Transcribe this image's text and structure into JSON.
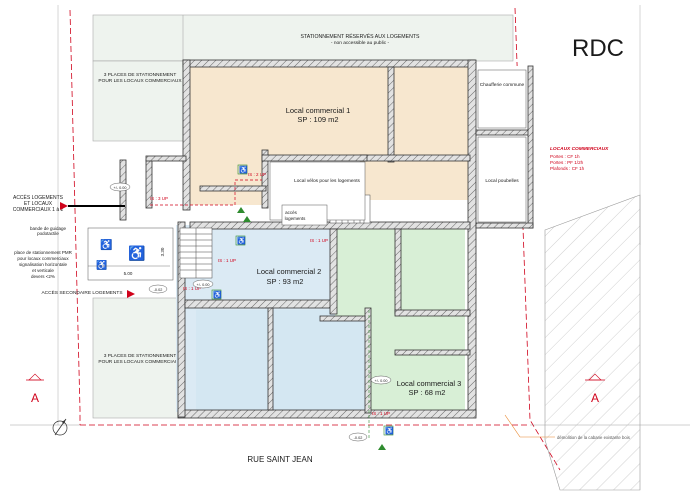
{
  "level_title": "RDC",
  "parking_top": {
    "title": "STATIONNEMENT RÉSERVÉS AUX LOGEMENTS",
    "subtitle": "- non accessible au public -"
  },
  "parking_left_top": [
    "3 PLACES DE STATIONNEMENT",
    "POUR LES LOCAUX COMMERCIAUX"
  ],
  "parking_left_bottom": [
    "3 PLACES DE STATIONNEMENT",
    "POUR LES LOCAUX COMMERCIAUX"
  ],
  "rooms": {
    "commercial_1": {
      "name": "Local commercial 1",
      "area": "SP : 109 m2"
    },
    "commercial_2": {
      "name": "Local commercial 2",
      "area": "SP : 93 m2"
    },
    "commercial_3": {
      "name": "Local commercial 3",
      "area": "SP : 68 m2"
    },
    "chaufferie": "Chaufferie commune",
    "poubelles": "Local poubelles",
    "velos": "Local vélos pour les logements",
    "acces_logements": [
      "accès",
      "logements"
    ]
  },
  "fire_legend": {
    "title": "LOCAUX COMMERCIAUX",
    "lines": [
      "Portes : CF 1h",
      "Portes : PF 1/2h",
      "Plafonds : CF 1h"
    ],
    "color": "#d0021b"
  },
  "annotations": {
    "acces_logements": [
      "ACCÈS LOGEMENTS",
      "ET LOCAUX",
      "COMMERCIAUX 1 à 2"
    ],
    "bande_guidage": [
      "bande de guidage",
      "podotactile"
    ],
    "place_pmr": [
      "place de stationnement PMR",
      "pour locaux commerciaux",
      "signalisation horizontale",
      "et verticale",
      "devers <2%"
    ],
    "acces_secondaire": "ACCÈS SECONDAIRE LOGEMENTS",
    "dim_5": "5.00",
    "dim_330": "3.30",
    "demolition": "démolition de la cabane existante bois"
  },
  "exit_tags": [
    "IS : 3 UP",
    "IS : 2 UP",
    "IS : 1 UP",
    "IS : 1 UP",
    "IS : 1 UP",
    "IS : 1 UP"
  ],
  "levels": [
    "-0.02",
    "+/- 0.00",
    "+/- 0.00",
    "-0.02",
    "+/- 0.00"
  ],
  "street_name": "RUE SAINT JEAN",
  "section_markers": [
    "A",
    "A"
  ],
  "colors": {
    "commercial_1": "#f7e7cf",
    "commercial_2": "#dbeaf4",
    "commercial_3": "#d8efd6",
    "wall": "#cfcfcf",
    "parking_fill": "#eef3ee",
    "red": "#d0021b",
    "accessibility_green": "#2e8b2e"
  }
}
